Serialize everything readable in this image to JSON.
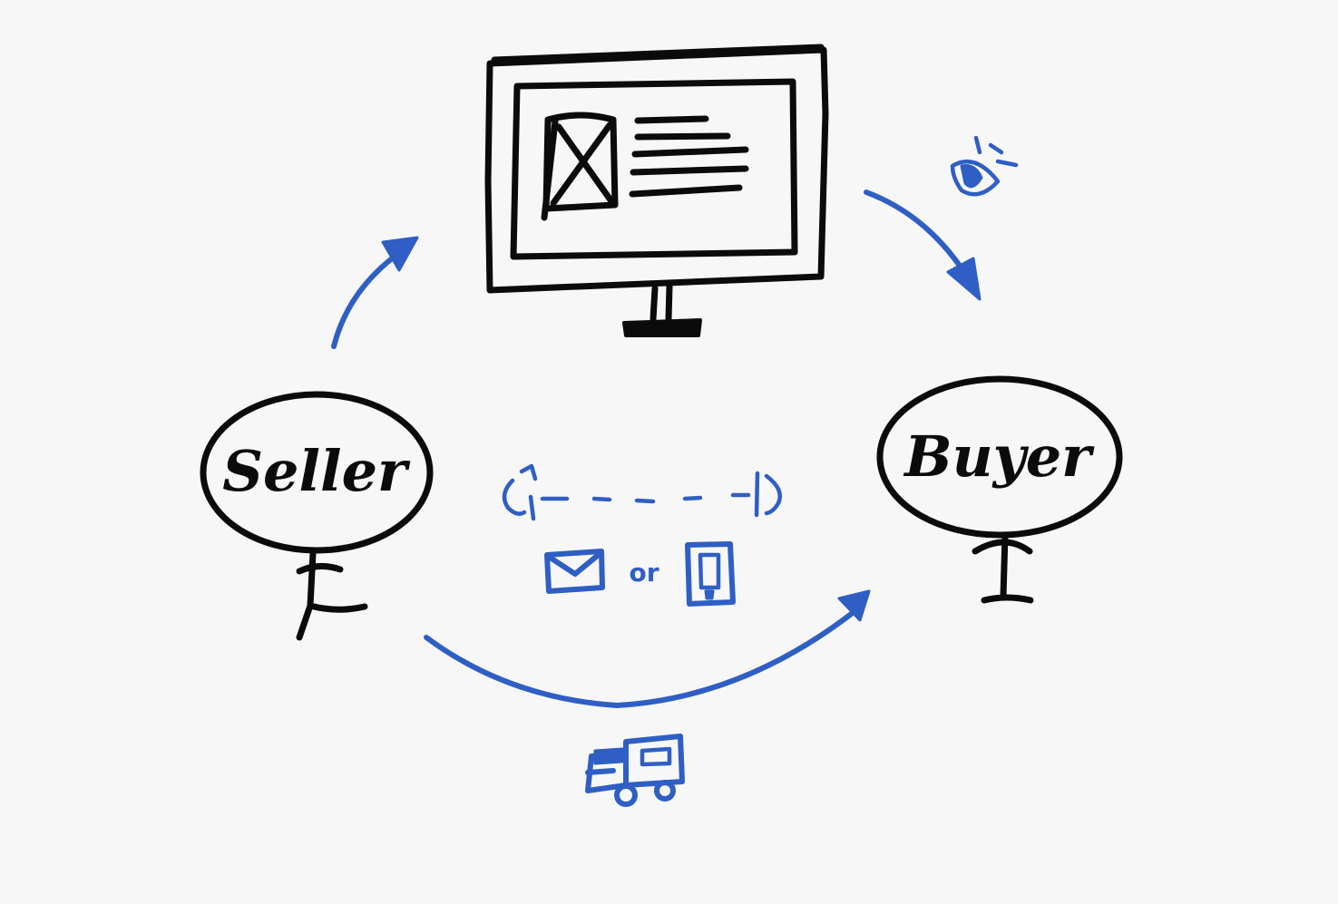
{
  "nodes": {
    "seller": {
      "label": "Seller"
    },
    "buyer": {
      "label": "Buyer"
    }
  },
  "connector": {
    "label": "or"
  },
  "colors": {
    "ink": "#0b0b0b",
    "accent": "#2f5fc4",
    "background": "#f7f7f7"
  },
  "icons": [
    "monitor-icon",
    "image-placeholder-icon",
    "eye-icon",
    "email-icon",
    "phone-icon",
    "delivery-truck-icon",
    "dashed-link-icon"
  ]
}
